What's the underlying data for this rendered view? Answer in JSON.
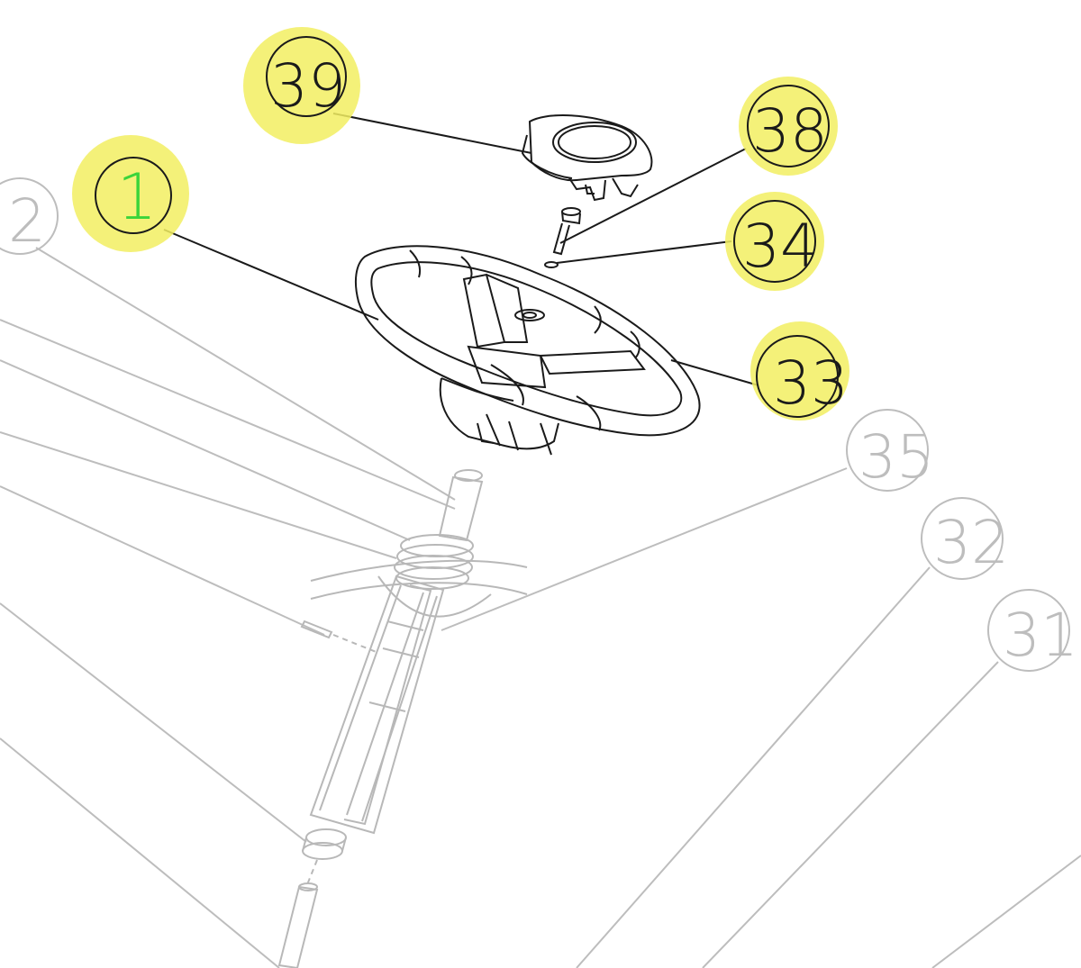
{
  "diagram": {
    "highlight_color": "#f2ee62",
    "callouts_highlighted": [
      {
        "id": "1",
        "label": "1",
        "label_color": "#3ad43a"
      },
      {
        "id": "39",
        "label": "39",
        "label_color": "#1a1a1a"
      },
      {
        "id": "38",
        "label": "38",
        "label_color": "#1a1a1a"
      },
      {
        "id": "34",
        "label": "34",
        "label_color": "#1a1a1a"
      },
      {
        "id": "33",
        "label": "33",
        "label_color": "#1a1a1a"
      }
    ],
    "callouts_dim": [
      {
        "id": "2",
        "label": "2"
      },
      {
        "id": "35",
        "label": "35"
      },
      {
        "id": "32",
        "label": "32"
      },
      {
        "id": "31",
        "label": "31"
      }
    ]
  }
}
